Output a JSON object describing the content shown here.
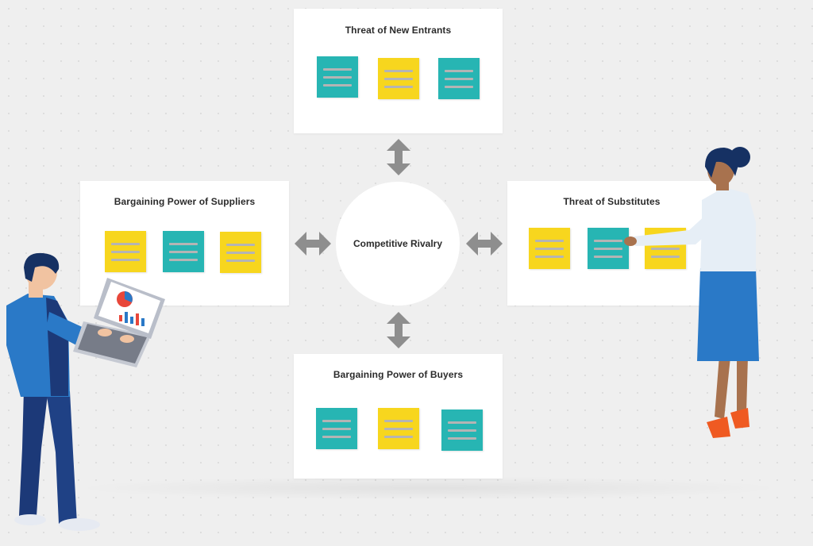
{
  "colors": {
    "teal": "#27b5b3",
    "yellow": "#f7d61e",
    "arrow": "#8e8e8e",
    "panel": "#ffffff",
    "background": "#efefef"
  },
  "center": {
    "label": "Competitive Rivalry"
  },
  "panels": {
    "top": {
      "title": "Threat of New Entrants",
      "notes": [
        "teal",
        "yellow",
        "teal"
      ]
    },
    "left": {
      "title": "Bargaining Power of Suppliers",
      "notes": [
        "yellow",
        "teal",
        "yellow"
      ]
    },
    "right": {
      "title": "Threat of Substitutes",
      "notes": [
        "yellow",
        "teal",
        "yellow"
      ]
    },
    "bottom": {
      "title": "Bargaining Power of Buyers",
      "notes": [
        "teal",
        "yellow",
        "teal"
      ]
    }
  },
  "icons": {
    "arrows": "double-arrow-icon",
    "man": "man-with-laptop-illustration",
    "woman": "woman-pointing-illustration"
  }
}
